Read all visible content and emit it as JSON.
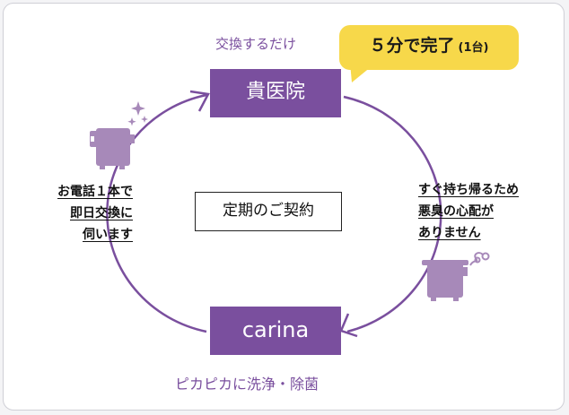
{
  "nodes": {
    "hospital": "貴医院",
    "carina": "carina"
  },
  "labels": {
    "top": "交換するだけ",
    "bottom": "ピカピカに洗浄・除菌"
  },
  "callout": {
    "main": "５分で完了",
    "sub": "(1台)"
  },
  "center": "定期のご契約",
  "left_text": [
    "お電話１本で",
    "即日交換に",
    "伺います"
  ],
  "right_text": [
    "すぐ持ち帰るため",
    "悪臭の心配が",
    "ありません"
  ],
  "icons": [
    "clean-bin-icon",
    "sparkle-icon",
    "dirty-bin-icon",
    "odor-icon"
  ],
  "colors": {
    "purple": "#7a4f9e",
    "yellow": "#f7d84a",
    "bin_light": "#a789b9"
  }
}
